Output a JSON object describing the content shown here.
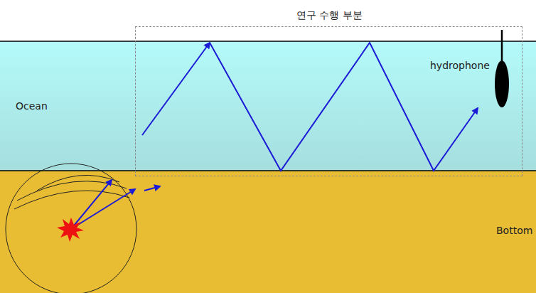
{
  "diagram": {
    "nodes": [
      {
        "text": [
          "연구 수행 부분"
        ]
      }
    ],
    "labels": [
      "Ocean",
      "hydrophone",
      "Bottom"
    ]
  }
}
